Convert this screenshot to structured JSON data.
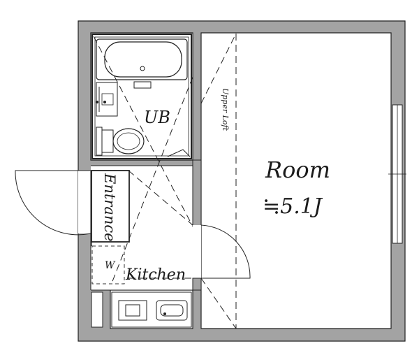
{
  "rooms": {
    "bath": "UB",
    "room": "Room",
    "room_size": "≒5.1J",
    "entrance": "Entrance",
    "kitchen": "Kitchen",
    "washer": "W",
    "loft": "Upper Loft"
  },
  "colors": {
    "wall": "#9a9a9a",
    "line": "#2a2a2a"
  }
}
